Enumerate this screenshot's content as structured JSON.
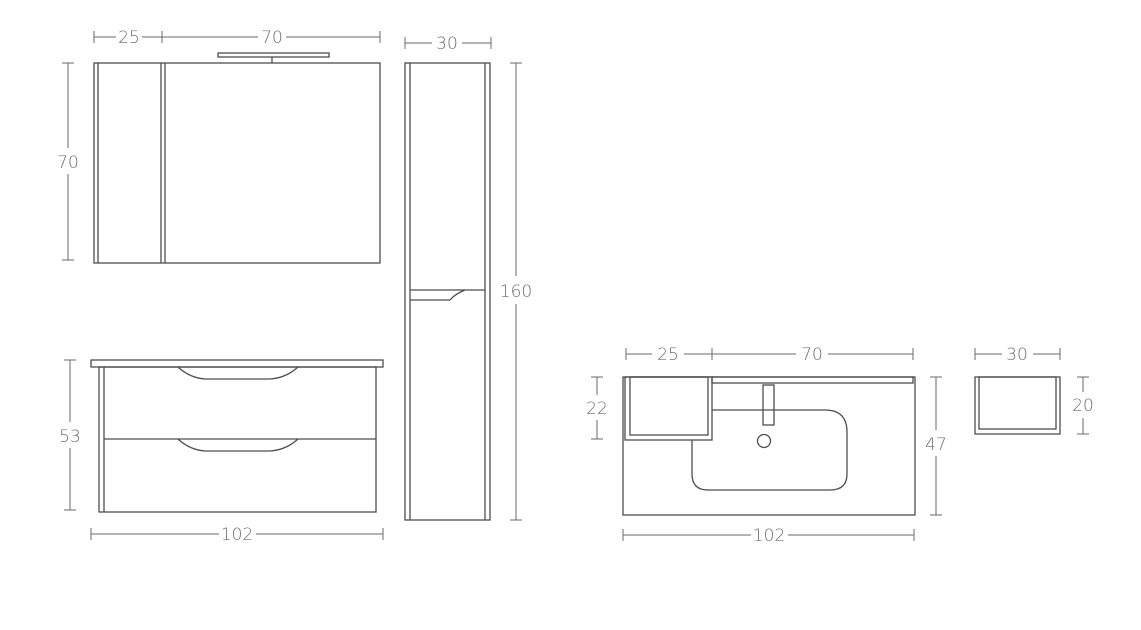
{
  "colors": {
    "line": "#5a5a5a",
    "text": "#6e6e6e",
    "background": "#ffffff"
  },
  "mirror_cabinet": {
    "width_side": "25",
    "width_main": "70",
    "height": "70"
  },
  "tall_column": {
    "width": "30",
    "height": "160"
  },
  "base_unit": {
    "height": "53",
    "width": "102"
  },
  "top_view": {
    "width_side": "25",
    "width_main": "70",
    "width_total": "102",
    "depth": "47",
    "side_depth": "22"
  },
  "small_shelf": {
    "width": "30",
    "depth": "20"
  }
}
